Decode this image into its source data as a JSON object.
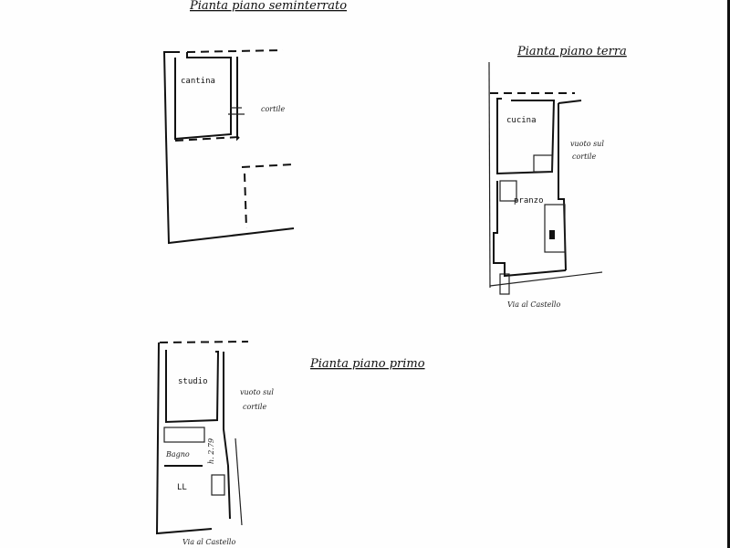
{
  "plans": {
    "seminterrato": {
      "title": "Pianta piano seminterrato",
      "rooms": {
        "cantina": "cantina",
        "cortile": "cortile"
      }
    },
    "terra": {
      "title": "Pianta piano terra",
      "rooms": {
        "cucina": "cucina",
        "vuoto": "vuoto sul",
        "cortile": "cortile",
        "pranzo": "pranzo"
      },
      "street": "Via al Castello"
    },
    "primo": {
      "title": "Pianta piano primo",
      "rooms": {
        "studio": "studio",
        "vuoto": "vuoto sul",
        "cortile": "cortile",
        "bagno": "Bagno",
        "letto": "LL"
      },
      "height": "h. 2.79",
      "street": "Via al Castello"
    }
  }
}
